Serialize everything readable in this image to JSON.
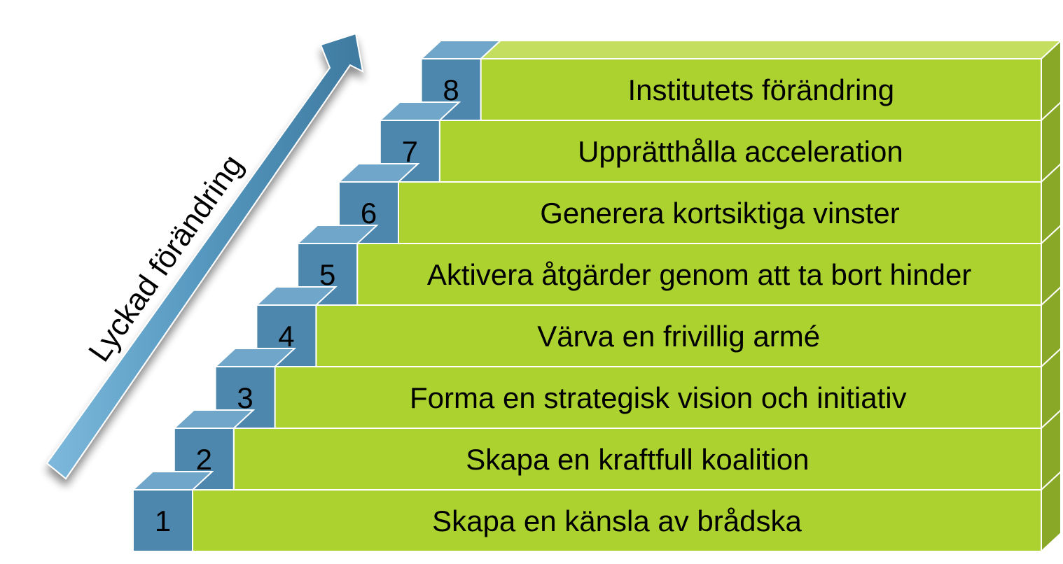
{
  "arrow": {
    "label": "Lyckad förändring"
  },
  "steps": [
    {
      "number": "1",
      "label": "Skapa en känsla av brådska"
    },
    {
      "number": "2",
      "label": "Skapa en kraftfull koalition"
    },
    {
      "number": "3",
      "label": "Forma en strategisk vision och initiativ"
    },
    {
      "number": "4",
      "label": "Värva en frivillig armé"
    },
    {
      "number": "5",
      "label": "Aktivera åtgärder genom att ta bort hinder"
    },
    {
      "number": "6",
      "label": "Generera kortsiktiga vinster"
    },
    {
      "number": "7",
      "label": "Upprätthålla acceleration"
    },
    {
      "number": "8",
      "label": "Institutets förändring"
    }
  ],
  "colors": {
    "green_front": "#acd22f",
    "green_top": "#c4df5f",
    "green_side": "#8aa828",
    "blue_front": "#4e87ad",
    "blue_top": "#6fa6c9",
    "arrow_fill": "#5d9cc2",
    "line": "#ffffff"
  }
}
